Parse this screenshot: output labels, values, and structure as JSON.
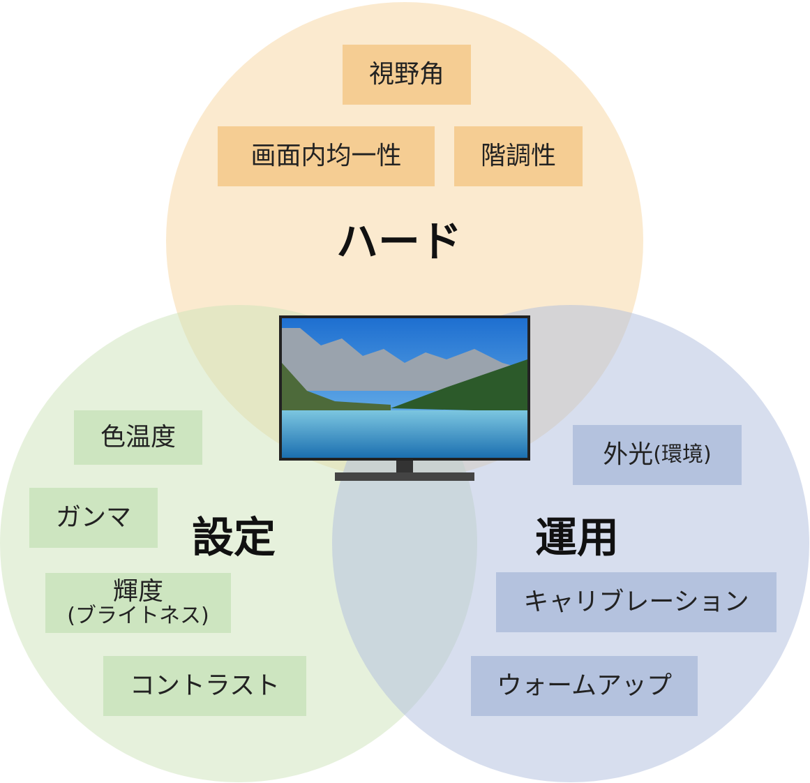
{
  "hard": {
    "title": "ハード",
    "items": [
      "視野角",
      "画面内均一性",
      "階調性"
    ]
  },
  "settings": {
    "title": "設定",
    "items": [
      "色温度",
      "ガンマ",
      "輝度",
      "(ブライトネス)",
      "コントラスト"
    ]
  },
  "operation": {
    "title": "運用",
    "items": [
      "外光",
      "(環境)",
      "キャリブレーション",
      "ウォームアップ"
    ]
  },
  "colors": {
    "hard": "#f5cd93",
    "settings": "#cde5c0",
    "operation": "#b4c2de"
  }
}
